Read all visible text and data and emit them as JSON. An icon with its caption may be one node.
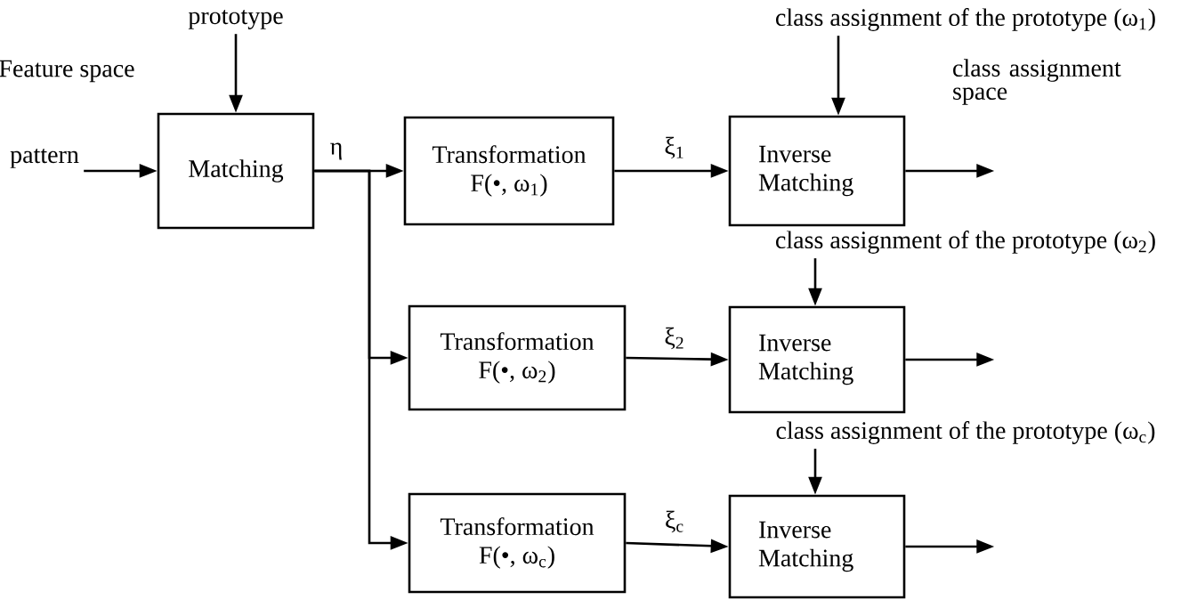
{
  "diagram": {
    "nodes": [
      {
        "text": [
          "prototype"
        ]
      },
      {
        "text": [
          "pattern"
        ]
      },
      {
        "text": [
          "Matching"
        ]
      },
      {
        "text": [
          "Transformation",
          "F(•, ω$_{1}$)"
        ]
      },
      {
        "text": [
          "class assignment of the prototype (ω$_{1}$)"
        ]
      },
      {
        "text": [
          "Inverse Matching"
        ]
      },
      {
        "text": [
          "Transformation",
          "F(•, ω$_{2}$)"
        ]
      },
      {
        "text": [
          "class assignment of the prototype (ω$_{2}$)"
        ]
      },
      {
        "text": [
          "Inverse Matching"
        ]
      },
      {
        "text": [
          "Transformation",
          "F(•, ω$_{c}$)"
        ]
      },
      {
        "text": [
          "class assignment of the prototype (ω$_{c}$)"
        ]
      },
      {
        "text": [
          "Inverse Matching"
        ]
      }
    ],
    "edges": [
      {
        "from": 0,
        "to": 2,
        "arrow": "to"
      },
      {
        "from": 1,
        "to": 2,
        "arrow": "to"
      },
      {
        "from": 2,
        "to": 3,
        "arrow": "to",
        "label": "η"
      },
      {
        "from": 2,
        "to": 6,
        "arrow": "to"
      },
      {
        "from": 2,
        "to": 9,
        "arrow": "to"
      },
      {
        "from": 3,
        "to": 5,
        "arrow": "to",
        "label": "ξ$_{1}$"
      },
      {
        "from": 6,
        "to": 8,
        "arrow": "to",
        "label": "ξ$_{2}$"
      },
      {
        "from": 9,
        "to": 11,
        "arrow": "to",
        "label": "ξ$_{c}$"
      },
      {
        "from": 4,
        "to": 5,
        "arrow": "to"
      },
      {
        "from": 7,
        "to": 8,
        "arrow": "to"
      },
      {
        "from": 10,
        "to": 11,
        "arrow": "to"
      },
      {
        "from": 5,
        "to": null,
        "arrow": "to"
      },
      {
        "from": 8,
        "to": null,
        "arrow": "to"
      },
      {
        "from": 11,
        "to": null,
        "arrow": "to"
      }
    ],
    "labels": [
      "Feature space",
      "class assignment space"
    ]
  }
}
